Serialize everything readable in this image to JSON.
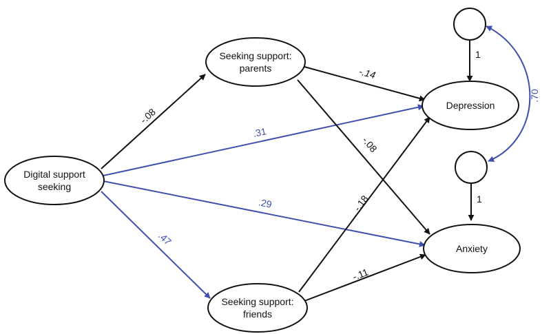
{
  "colors": {
    "black": "#111111",
    "blue": "#3f4fae"
  },
  "nodes": {
    "digital": {
      "line1": "Digital support",
      "line2": "seeking"
    },
    "parents": {
      "line1": "Seeking support:",
      "line2": "parents"
    },
    "friends": {
      "line1": "Seeking support:",
      "line2": "friends"
    },
    "depression": {
      "label": "Depression"
    },
    "anxiety": {
      "label": "Anxiety"
    }
  },
  "paths": {
    "digital_to_parents": "-.08",
    "digital_to_depression": ".31",
    "digital_to_anxiety": ".29",
    "digital_to_friends": ".47",
    "parents_to_depression": "-.14",
    "parents_to_anxiety": "-.08",
    "friends_to_depression": "-.18",
    "friends_to_anxiety": "-.11",
    "error_to_depression": "1",
    "error_to_anxiety": "1",
    "error_covariance": ".70"
  }
}
